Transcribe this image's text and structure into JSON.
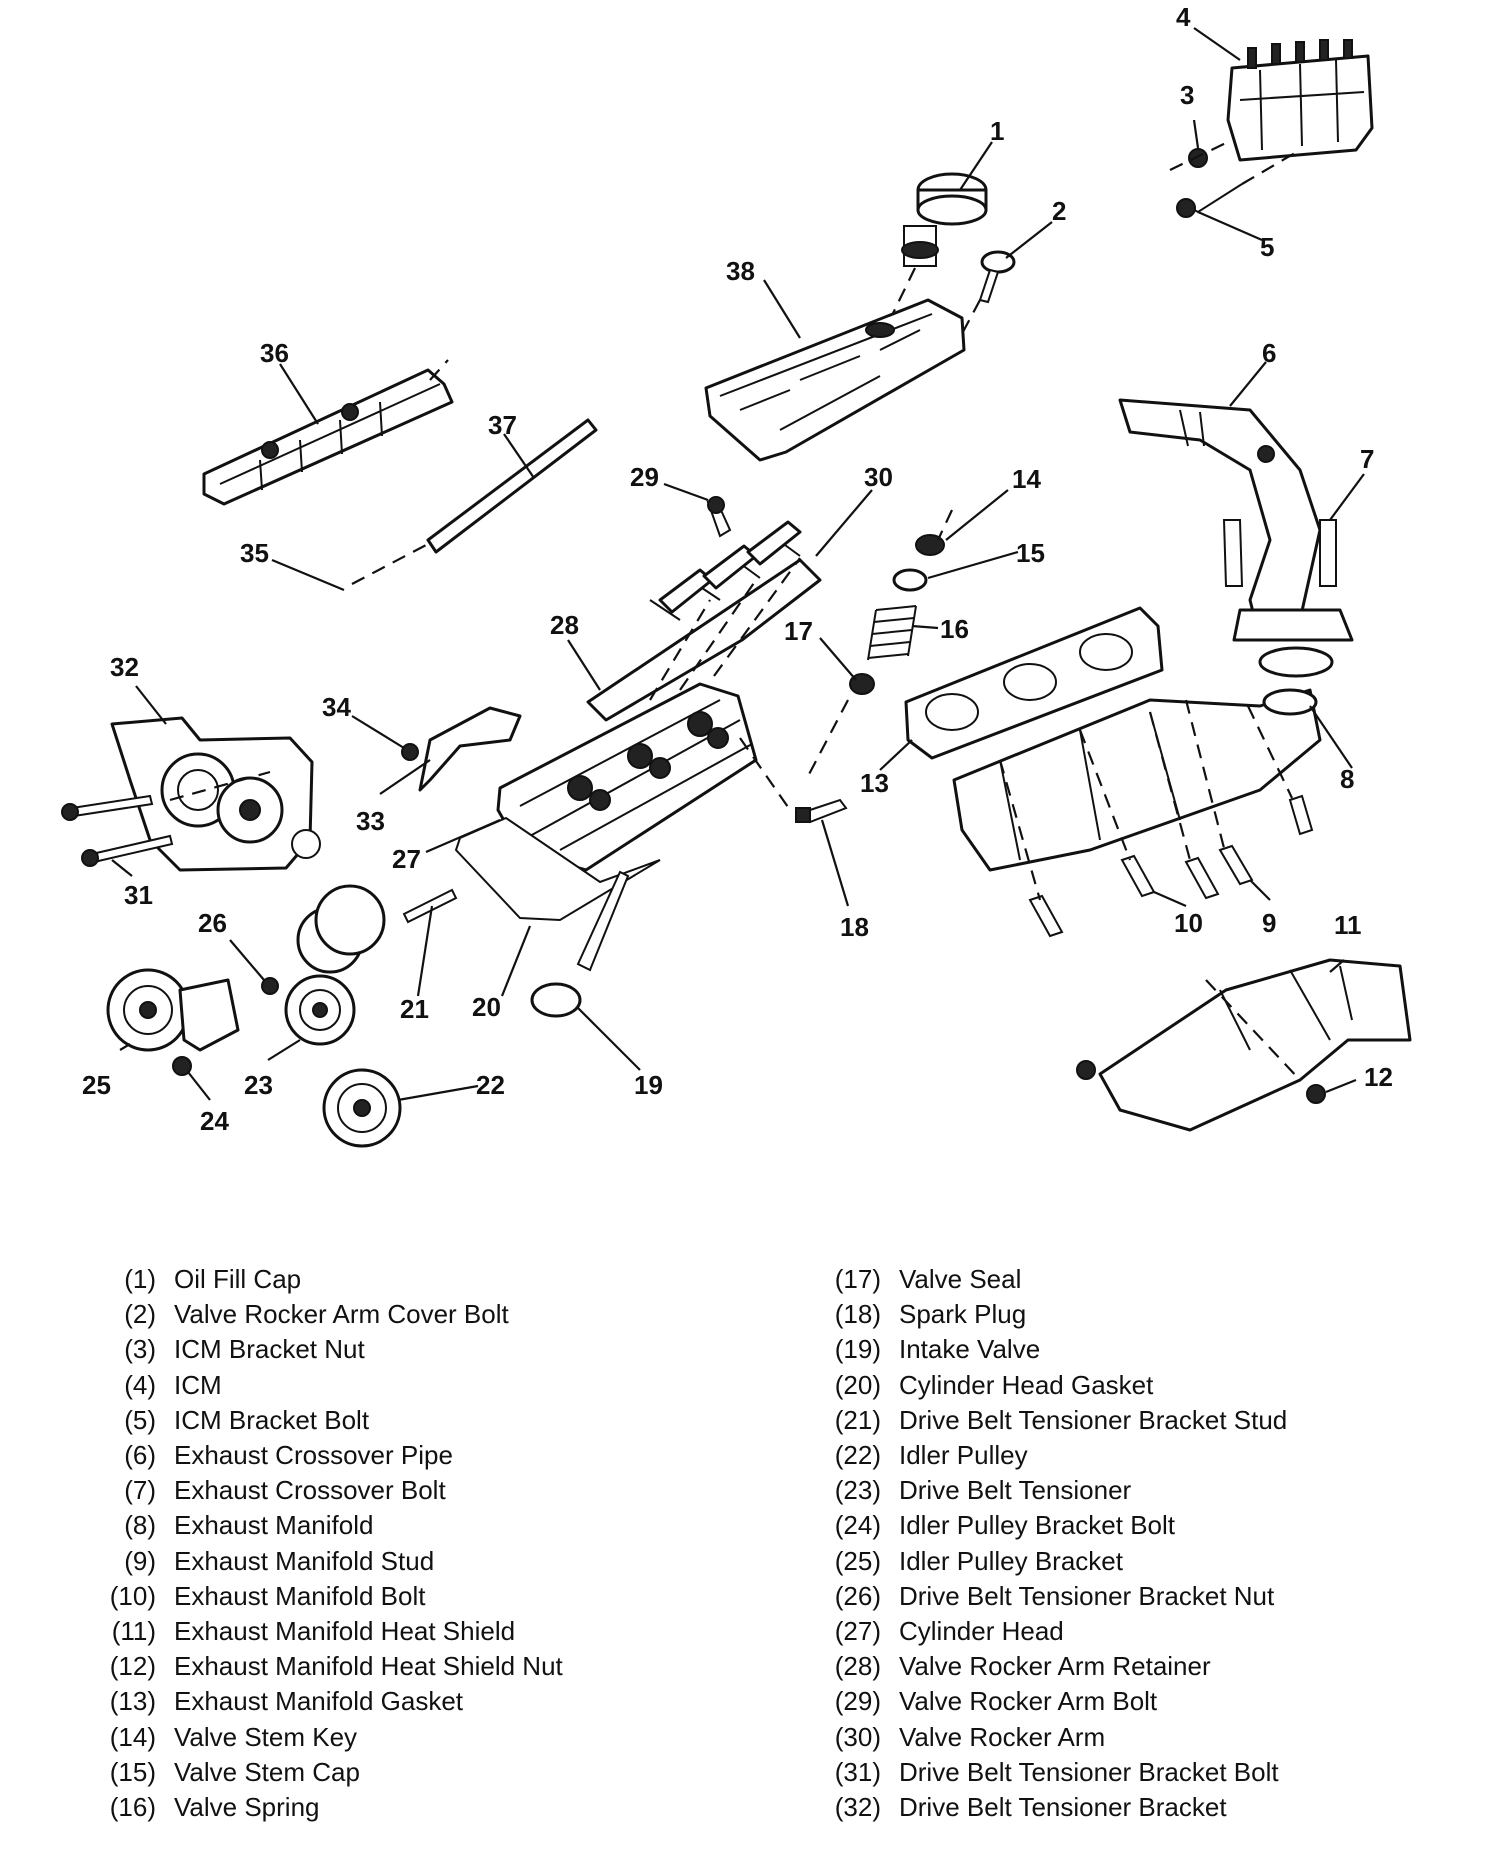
{
  "callouts": [
    {
      "id": "1",
      "label": "1"
    },
    {
      "id": "2",
      "label": "2"
    },
    {
      "id": "3",
      "label": "3"
    },
    {
      "id": "4",
      "label": "4"
    },
    {
      "id": "5",
      "label": "5"
    },
    {
      "id": "6",
      "label": "6"
    },
    {
      "id": "7",
      "label": "7"
    },
    {
      "id": "8",
      "label": "8"
    },
    {
      "id": "9",
      "label": "9"
    },
    {
      "id": "10",
      "label": "10"
    },
    {
      "id": "11",
      "label": "11"
    },
    {
      "id": "12",
      "label": "12"
    },
    {
      "id": "13",
      "label": "13"
    },
    {
      "id": "14",
      "label": "14"
    },
    {
      "id": "15",
      "label": "15"
    },
    {
      "id": "16",
      "label": "16"
    },
    {
      "id": "17",
      "label": "17"
    },
    {
      "id": "18",
      "label": "18"
    },
    {
      "id": "19",
      "label": "19"
    },
    {
      "id": "20",
      "label": "20"
    },
    {
      "id": "21",
      "label": "21"
    },
    {
      "id": "22",
      "label": "22"
    },
    {
      "id": "23",
      "label": "23"
    },
    {
      "id": "24",
      "label": "24"
    },
    {
      "id": "25",
      "label": "25"
    },
    {
      "id": "26",
      "label": "26"
    },
    {
      "id": "27",
      "label": "27"
    },
    {
      "id": "28",
      "label": "28"
    },
    {
      "id": "29",
      "label": "29"
    },
    {
      "id": "30",
      "label": "30"
    },
    {
      "id": "31",
      "label": "31"
    },
    {
      "id": "32",
      "label": "32"
    },
    {
      "id": "33",
      "label": "33"
    },
    {
      "id": "34",
      "label": "34"
    },
    {
      "id": "35",
      "label": "35"
    },
    {
      "id": "36",
      "label": "36"
    },
    {
      "id": "37",
      "label": "37"
    },
    {
      "id": "38",
      "label": "38"
    }
  ],
  "legend": {
    "left": [
      {
        "num": "(1)",
        "name": "Oil Fill Cap"
      },
      {
        "num": "(2)",
        "name": "Valve Rocker Arm Cover Bolt"
      },
      {
        "num": "(3)",
        "name": "ICM Bracket Nut"
      },
      {
        "num": "(4)",
        "name": "ICM"
      },
      {
        "num": "(5)",
        "name": "ICM Bracket Bolt"
      },
      {
        "num": "(6)",
        "name": "Exhaust Crossover Pipe"
      },
      {
        "num": "(7)",
        "name": "Exhaust Crossover Bolt"
      },
      {
        "num": "(8)",
        "name": "Exhaust Manifold"
      },
      {
        "num": "(9)",
        "name": "Exhaust Manifold Stud"
      },
      {
        "num": "(10)",
        "name": "Exhaust Manifold Bolt"
      },
      {
        "num": "(11)",
        "name": "Exhaust Manifold Heat Shield"
      },
      {
        "num": "(12)",
        "name": "Exhaust Manifold Heat Shield Nut"
      },
      {
        "num": "(13)",
        "name": "Exhaust Manifold Gasket"
      },
      {
        "num": "(14)",
        "name": "Valve Stem Key"
      },
      {
        "num": "(15)",
        "name": "Valve Stem Cap"
      },
      {
        "num": "(16)",
        "name": "Valve Spring"
      }
    ],
    "right": [
      {
        "num": "(17)",
        "name": "Valve Seal"
      },
      {
        "num": "(18)",
        "name": "Spark Plug"
      },
      {
        "num": "(19)",
        "name": "Intake Valve"
      },
      {
        "num": "(20)",
        "name": "Cylinder Head Gasket"
      },
      {
        "num": "(21)",
        "name": "Drive Belt Tensioner Bracket Stud"
      },
      {
        "num": "(22)",
        "name": "Idler Pulley"
      },
      {
        "num": "(23)",
        "name": "Drive Belt Tensioner"
      },
      {
        "num": "(24)",
        "name": "Idler Pulley Bracket Bolt"
      },
      {
        "num": "(25)",
        "name": "Idler Pulley Bracket"
      },
      {
        "num": "(26)",
        "name": "Drive Belt Tensioner Bracket Nut"
      },
      {
        "num": "(27)",
        "name": "Cylinder Head"
      },
      {
        "num": "(28)",
        "name": "Valve Rocker Arm Retainer"
      },
      {
        "num": "(29)",
        "name": "Valve Rocker Arm Bolt"
      },
      {
        "num": "(30)",
        "name": "Valve Rocker Arm"
      },
      {
        "num": "(31)",
        "name": "Drive Belt Tensioner Bracket Bolt"
      },
      {
        "num": "(32)",
        "name": "Drive Belt Tensioner Bracket"
      }
    ]
  }
}
